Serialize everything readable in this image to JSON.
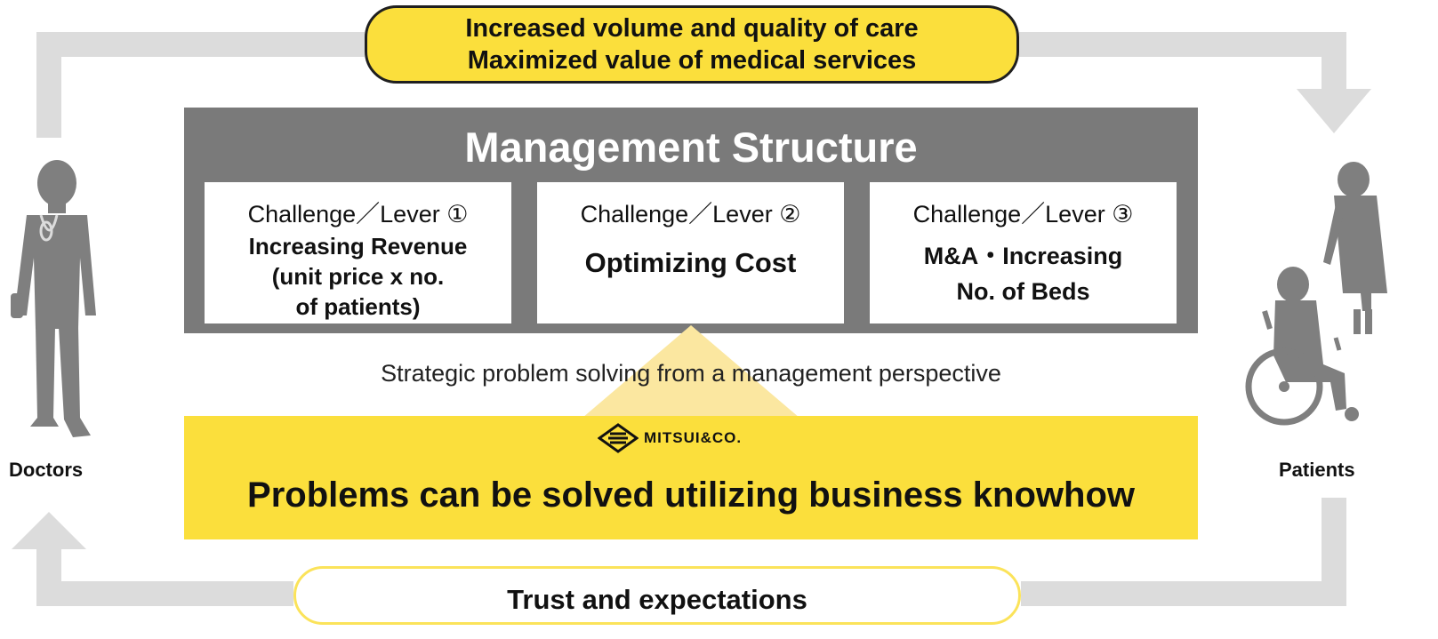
{
  "top_banner": {
    "line1": "Increased volume and quality of care",
    "line2": "Maximized value of medical services"
  },
  "management": {
    "title": "Management Structure",
    "levers": [
      {
        "heading": "Challenge／Lever ①",
        "lines": [
          "Increasing Revenue",
          "(unit price x no.",
          "of patients)"
        ]
      },
      {
        "heading": "Challenge／Lever ②",
        "lines": [
          "Optimizing Cost"
        ]
      },
      {
        "heading": "Challenge／Lever ③",
        "lines": [
          "M&A・Increasing",
          "No. of Beds"
        ]
      }
    ]
  },
  "strategy_text": "Strategic problem solving from a management perspective",
  "company_logo_text": "MITSUI&CO.",
  "solution_text": "Problems can be solved utilizing business knowhow",
  "bottom_banner": "Trust and expectations",
  "left_label": "Doctors",
  "right_label": "Patients",
  "colors": {
    "yellow": "#fbdf3c",
    "gray_box": "#7a7a7a",
    "arrow_gray": "#dcdcdc",
    "silhouette": "#7f7f7f"
  },
  "icons": [
    "doctor-silhouette-icon",
    "patients-silhouette-icon",
    "mitsui-logo-icon"
  ]
}
